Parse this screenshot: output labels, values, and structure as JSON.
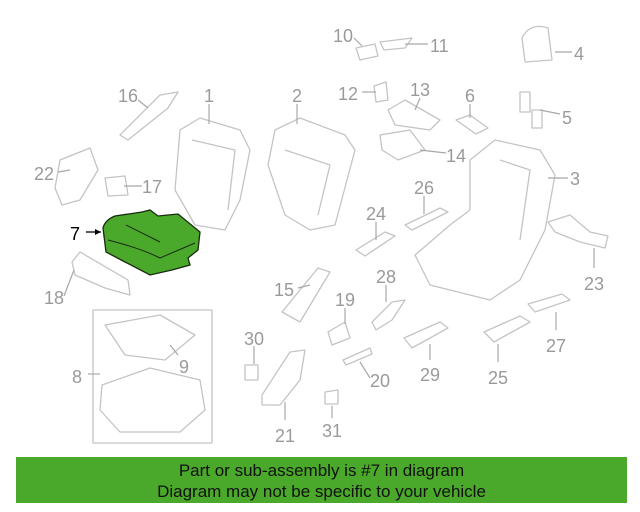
{
  "diagram": {
    "highlighted_part": "7",
    "highlight_color": "#4aa82a",
    "callouts": [
      "10",
      "11",
      "4",
      "16",
      "1",
      "2",
      "12",
      "13",
      "6",
      "5",
      "22",
      "17",
      "14",
      "3",
      "26",
      "24",
      "7",
      "23",
      "28",
      "15",
      "19",
      "18",
      "30",
      "9",
      "8",
      "29",
      "20",
      "25",
      "27",
      "21",
      "31"
    ]
  },
  "banner": {
    "line1": "Part or sub-assembly is #7 in diagram",
    "line2": "Diagram may not be specific to your vehicle",
    "background": "#4aa82a"
  }
}
